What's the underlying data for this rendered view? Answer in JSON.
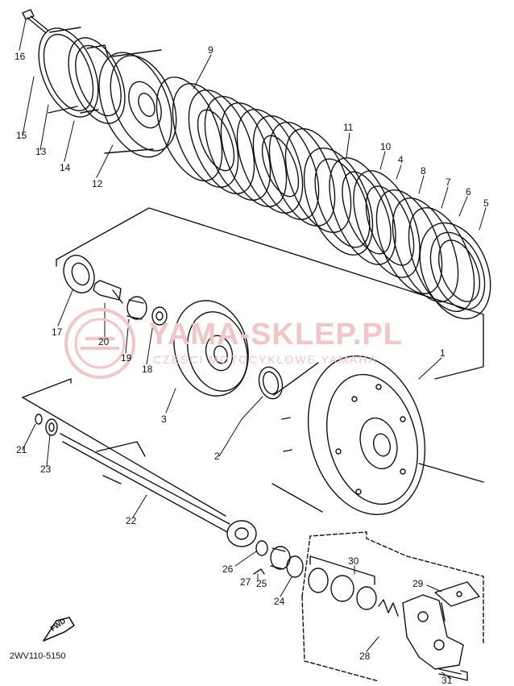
{
  "diagram": {
    "code": "2WV110-5150",
    "fwd_label": "FWD",
    "watermark": {
      "title": "YAMA-SKLEP.PL",
      "subtitle": "CZĘŚCI MOTOCYKLOWE YAMAHA"
    },
    "labels": {
      "p1": "1",
      "p2": "2",
      "p3": "3",
      "p4": "4",
      "p5": "5",
      "p6": "6",
      "p7": "7",
      "p8": "8",
      "p9": "9",
      "p10": "10",
      "p11": "11",
      "p12": "12",
      "p13": "13",
      "p14": "14",
      "p15": "15",
      "p16": "16",
      "p17": "17",
      "p18": "18",
      "p19": "19",
      "p20": "20",
      "p21": "21",
      "p22": "22",
      "p23": "23",
      "p24": "24",
      "p25": "25",
      "p26": "26",
      "p27": "27",
      "p28": "28",
      "p29": "29",
      "p30": "30",
      "p31": "31"
    }
  }
}
